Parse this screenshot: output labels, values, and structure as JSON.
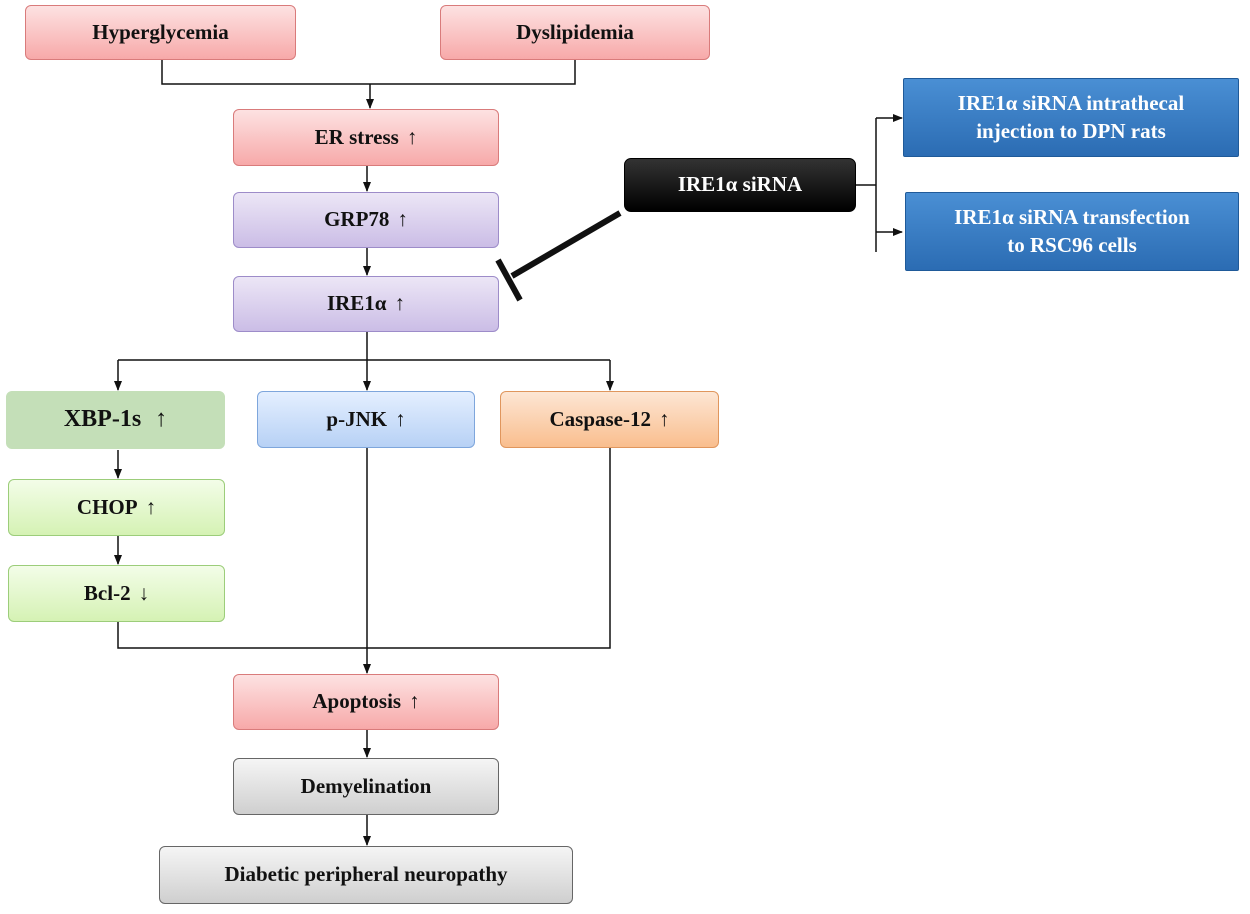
{
  "nodes": {
    "hyperglycemia": "Hyperglycemia",
    "dyslipidemia": "Dyslipidemia",
    "er_stress": "ER stress",
    "grp78": "GRP78",
    "ire1a": "IRE1α",
    "xbp1s": "XBP-1s",
    "pjnk": "p-JNK",
    "caspase12": "Caspase-12",
    "chop": "CHOP",
    "bcl2": "Bcl-2",
    "apoptosis": "Apoptosis",
    "demyelination": "Demyelination",
    "dpn": "Diabetic peripheral neuropathy",
    "sirna": "IRE1α siRNA",
    "sirna_rats_line1": "IRE1α siRNA intrathecal",
    "sirna_rats_line2": "injection to DPN rats",
    "sirna_cells_line1": "IRE1α siRNA transfection",
    "sirna_cells_line2": "to RSC96 cells"
  },
  "symbols": {
    "up": "↑",
    "down": "↓"
  },
  "colors": {
    "red": "#f7a9a9",
    "purple": "#cbbde6",
    "green": "#c4dfb8",
    "light_green": "#d5f2b4",
    "blue": "#b7d1f5",
    "orange": "#f9be8e",
    "grey": "#cfcfcf",
    "black": "#000000",
    "dark_blue": "#2b6cb3"
  }
}
